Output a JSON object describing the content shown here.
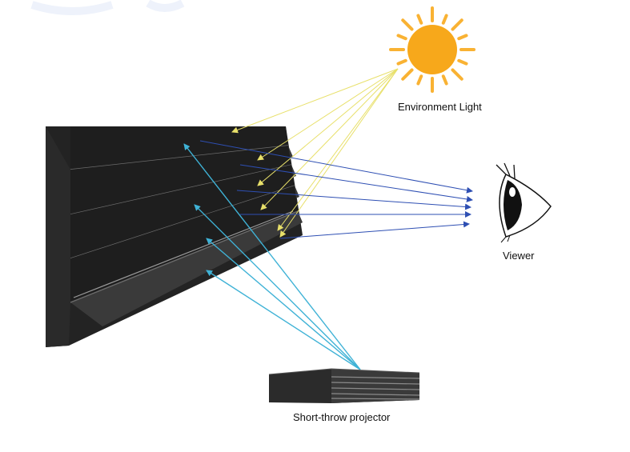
{
  "labels": {
    "environment_light": "Environment Light",
    "viewer": "Viewer",
    "projector": "Short-throw projector"
  },
  "colors": {
    "background": "#ffffff",
    "screen_dark": "#232323",
    "screen_face": "#3a3a3a",
    "ridge_highlight": "#6b6b6b",
    "sun_core": "#f7a81b",
    "sun_rays": "#f9b233",
    "environment_rays": "#e8e06a",
    "projector_rays": "#3fb2d6",
    "reflected_rays": "#2e4fb3",
    "projector_body": "#2b2b2b",
    "eye": "#111111"
  },
  "icons": {
    "sun": "sun-icon",
    "eye": "eye-icon",
    "projector": "projector-icon",
    "screen": "ridged-screen-icon"
  }
}
